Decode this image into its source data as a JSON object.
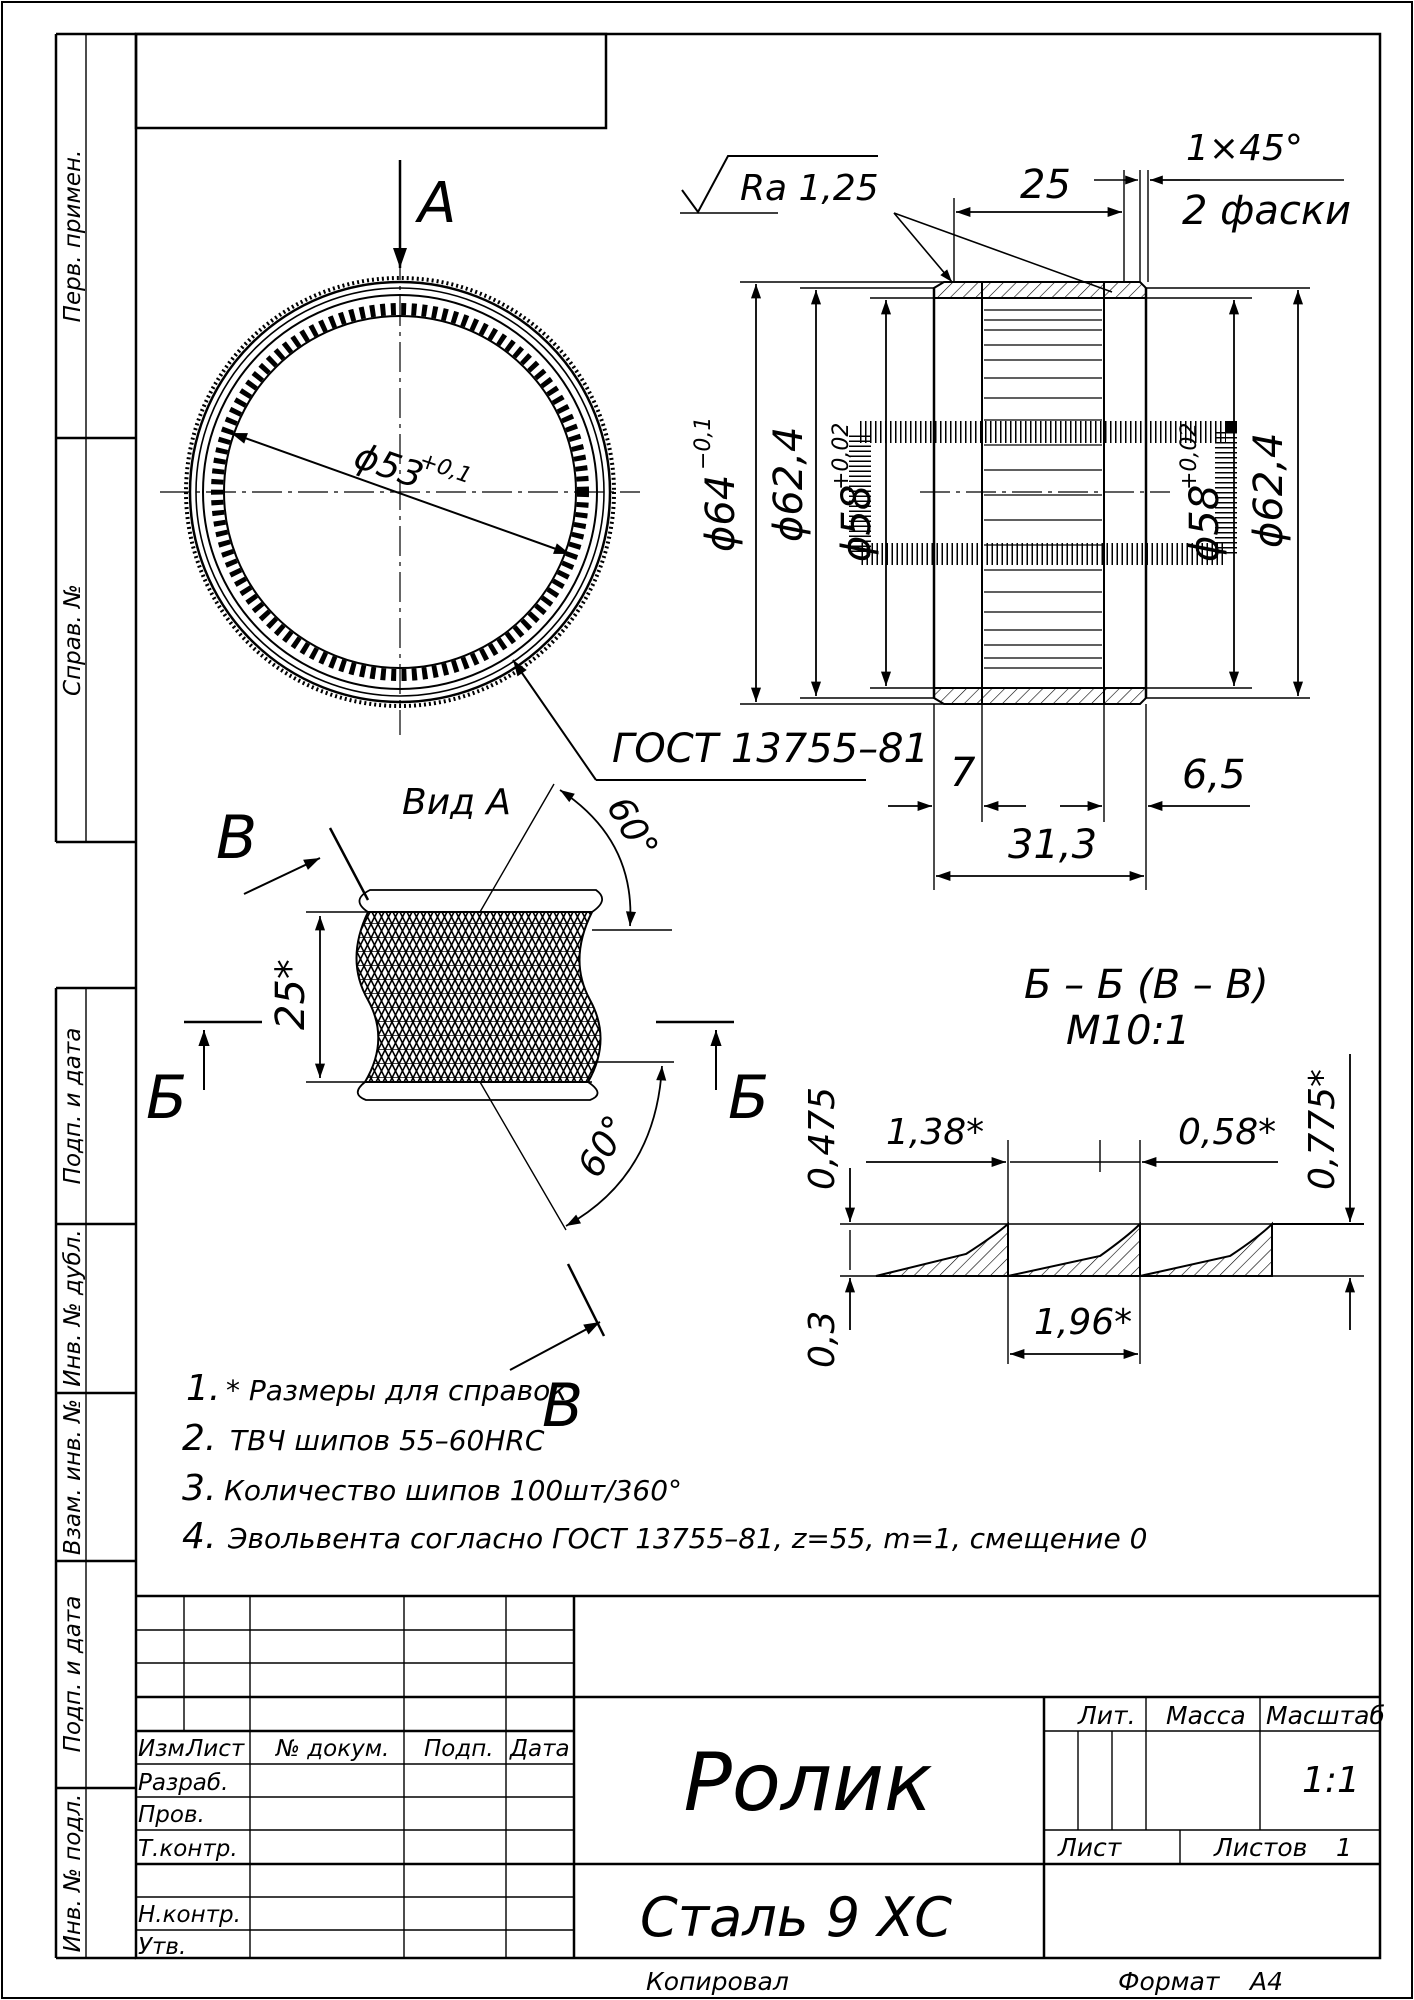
{
  "side_strip": {
    "perv_primen": "Перв. примен.",
    "sprav_no": "Справ. №",
    "podp_data_1": "Подп. и дата",
    "inv_dubl": "Инв. № дубл.",
    "vzam_inv": "Взам. инв. №",
    "podp_data_2": "Подп. и дата",
    "inv_podl": "Инв. № подл."
  },
  "front_view": {
    "arrow_letter": "А",
    "dia_label": "ϕ53",
    "dia_tol": "+0,1",
    "gost_callout": "ГОСТ 13755–81"
  },
  "section_view": {
    "roughness": "Ra 1,25",
    "dim_25": "25",
    "chamfer": "1×45°",
    "chamfer_note": "2 фаски",
    "d64": "ϕ64",
    "d64_tol": "−0,1",
    "d624_left": "ϕ62,4",
    "d58_left": "ϕ58",
    "d58_left_tol": "+0,02",
    "d58_right": "ϕ58",
    "d58_right_tol": "+0,02",
    "d624_right": "ϕ62,4",
    "dim_7": "7",
    "dim_65": "6,5",
    "dim_313": "31,3"
  },
  "view_a": {
    "title": "Вид А",
    "letter_v_top": "В",
    "letter_v_bottom": "В",
    "letter_b_left": "Б",
    "letter_b_right": "Б",
    "angle_top": "60°",
    "angle_bottom": "60°",
    "dim_25": "25*"
  },
  "detail": {
    "title": "Б – Б (В – В)",
    "scale": "М10:1",
    "d138": "1,38*",
    "d058": "0,58*",
    "d0775": "0,775*",
    "d0475": "0,475",
    "d03": "0,3",
    "d196": "1,96*"
  },
  "notes": [
    {
      "num": "1.",
      "text": "* Размеры для справок"
    },
    {
      "num": "2.",
      "text": "ТВЧ шипов 55–60HRC"
    },
    {
      "num": "3.",
      "text": "Количество шипов 100шт/360°"
    },
    {
      "num": "4.",
      "text": "Эвольвента согласно ГОСТ 13755–81, z=55, m=1, смещение 0"
    }
  ],
  "title_block": {
    "col_izm": "Изм.",
    "col_list": "Лист",
    "col_doc": "№ докум.",
    "col_podp": "Подп.",
    "col_data": "Дата",
    "razrab": "Разраб.",
    "prov": "Пров.",
    "tkontr": "Т.контр.",
    "nkontr": "Н.контр.",
    "utv": "Утв.",
    "part_name": "Ролик",
    "material": "Сталь 9 ХС",
    "lit": "Лит.",
    "massa": "Масса",
    "masshtab": "Масштаб",
    "scale_value": "1:1",
    "list": "Лист",
    "listov": "Листов",
    "listov_value": "1",
    "kopiroval": "Копировал",
    "format": "Формат",
    "format_value": "А4"
  }
}
